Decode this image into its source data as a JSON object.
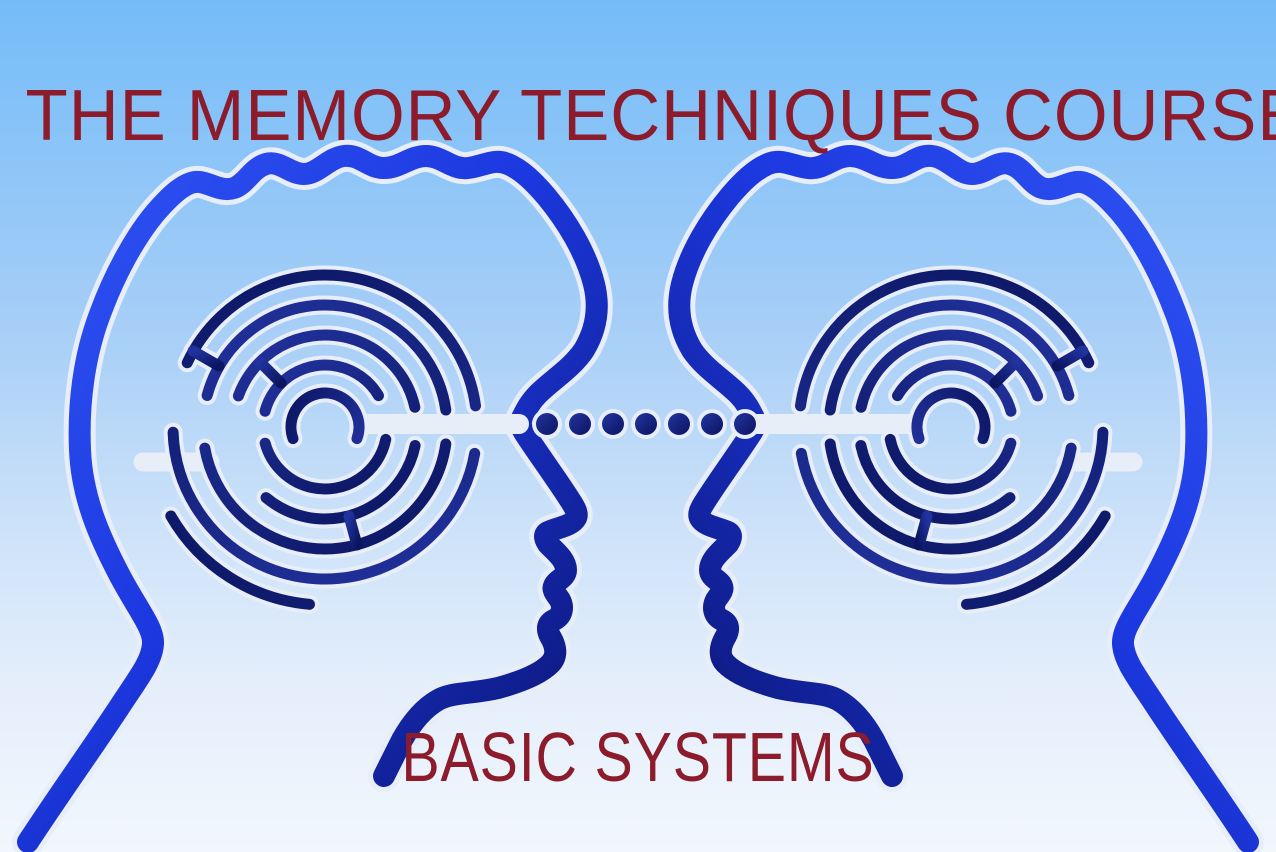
{
  "page": {
    "background_top": "#74bcf8",
    "background_bottom": "#f2f7fd"
  },
  "title": {
    "text": "THE MEMORY TECHNIQUES COURSE",
    "color": "#8c1c2b"
  },
  "subtitle": {
    "text": "BASIC SYSTEMS",
    "color": "#8c1c2b"
  },
  "artwork": {
    "left_head": "human-head-profile-with-maze-brain-facing-right",
    "right_head": "human-head-profile-with-maze-brain-facing-left",
    "connection": "dotted-line-between-minds",
    "connection_dots": 7,
    "head_color": "#1c38e0",
    "maze_color": "#14227e",
    "halo_color": "#e7eef8"
  }
}
